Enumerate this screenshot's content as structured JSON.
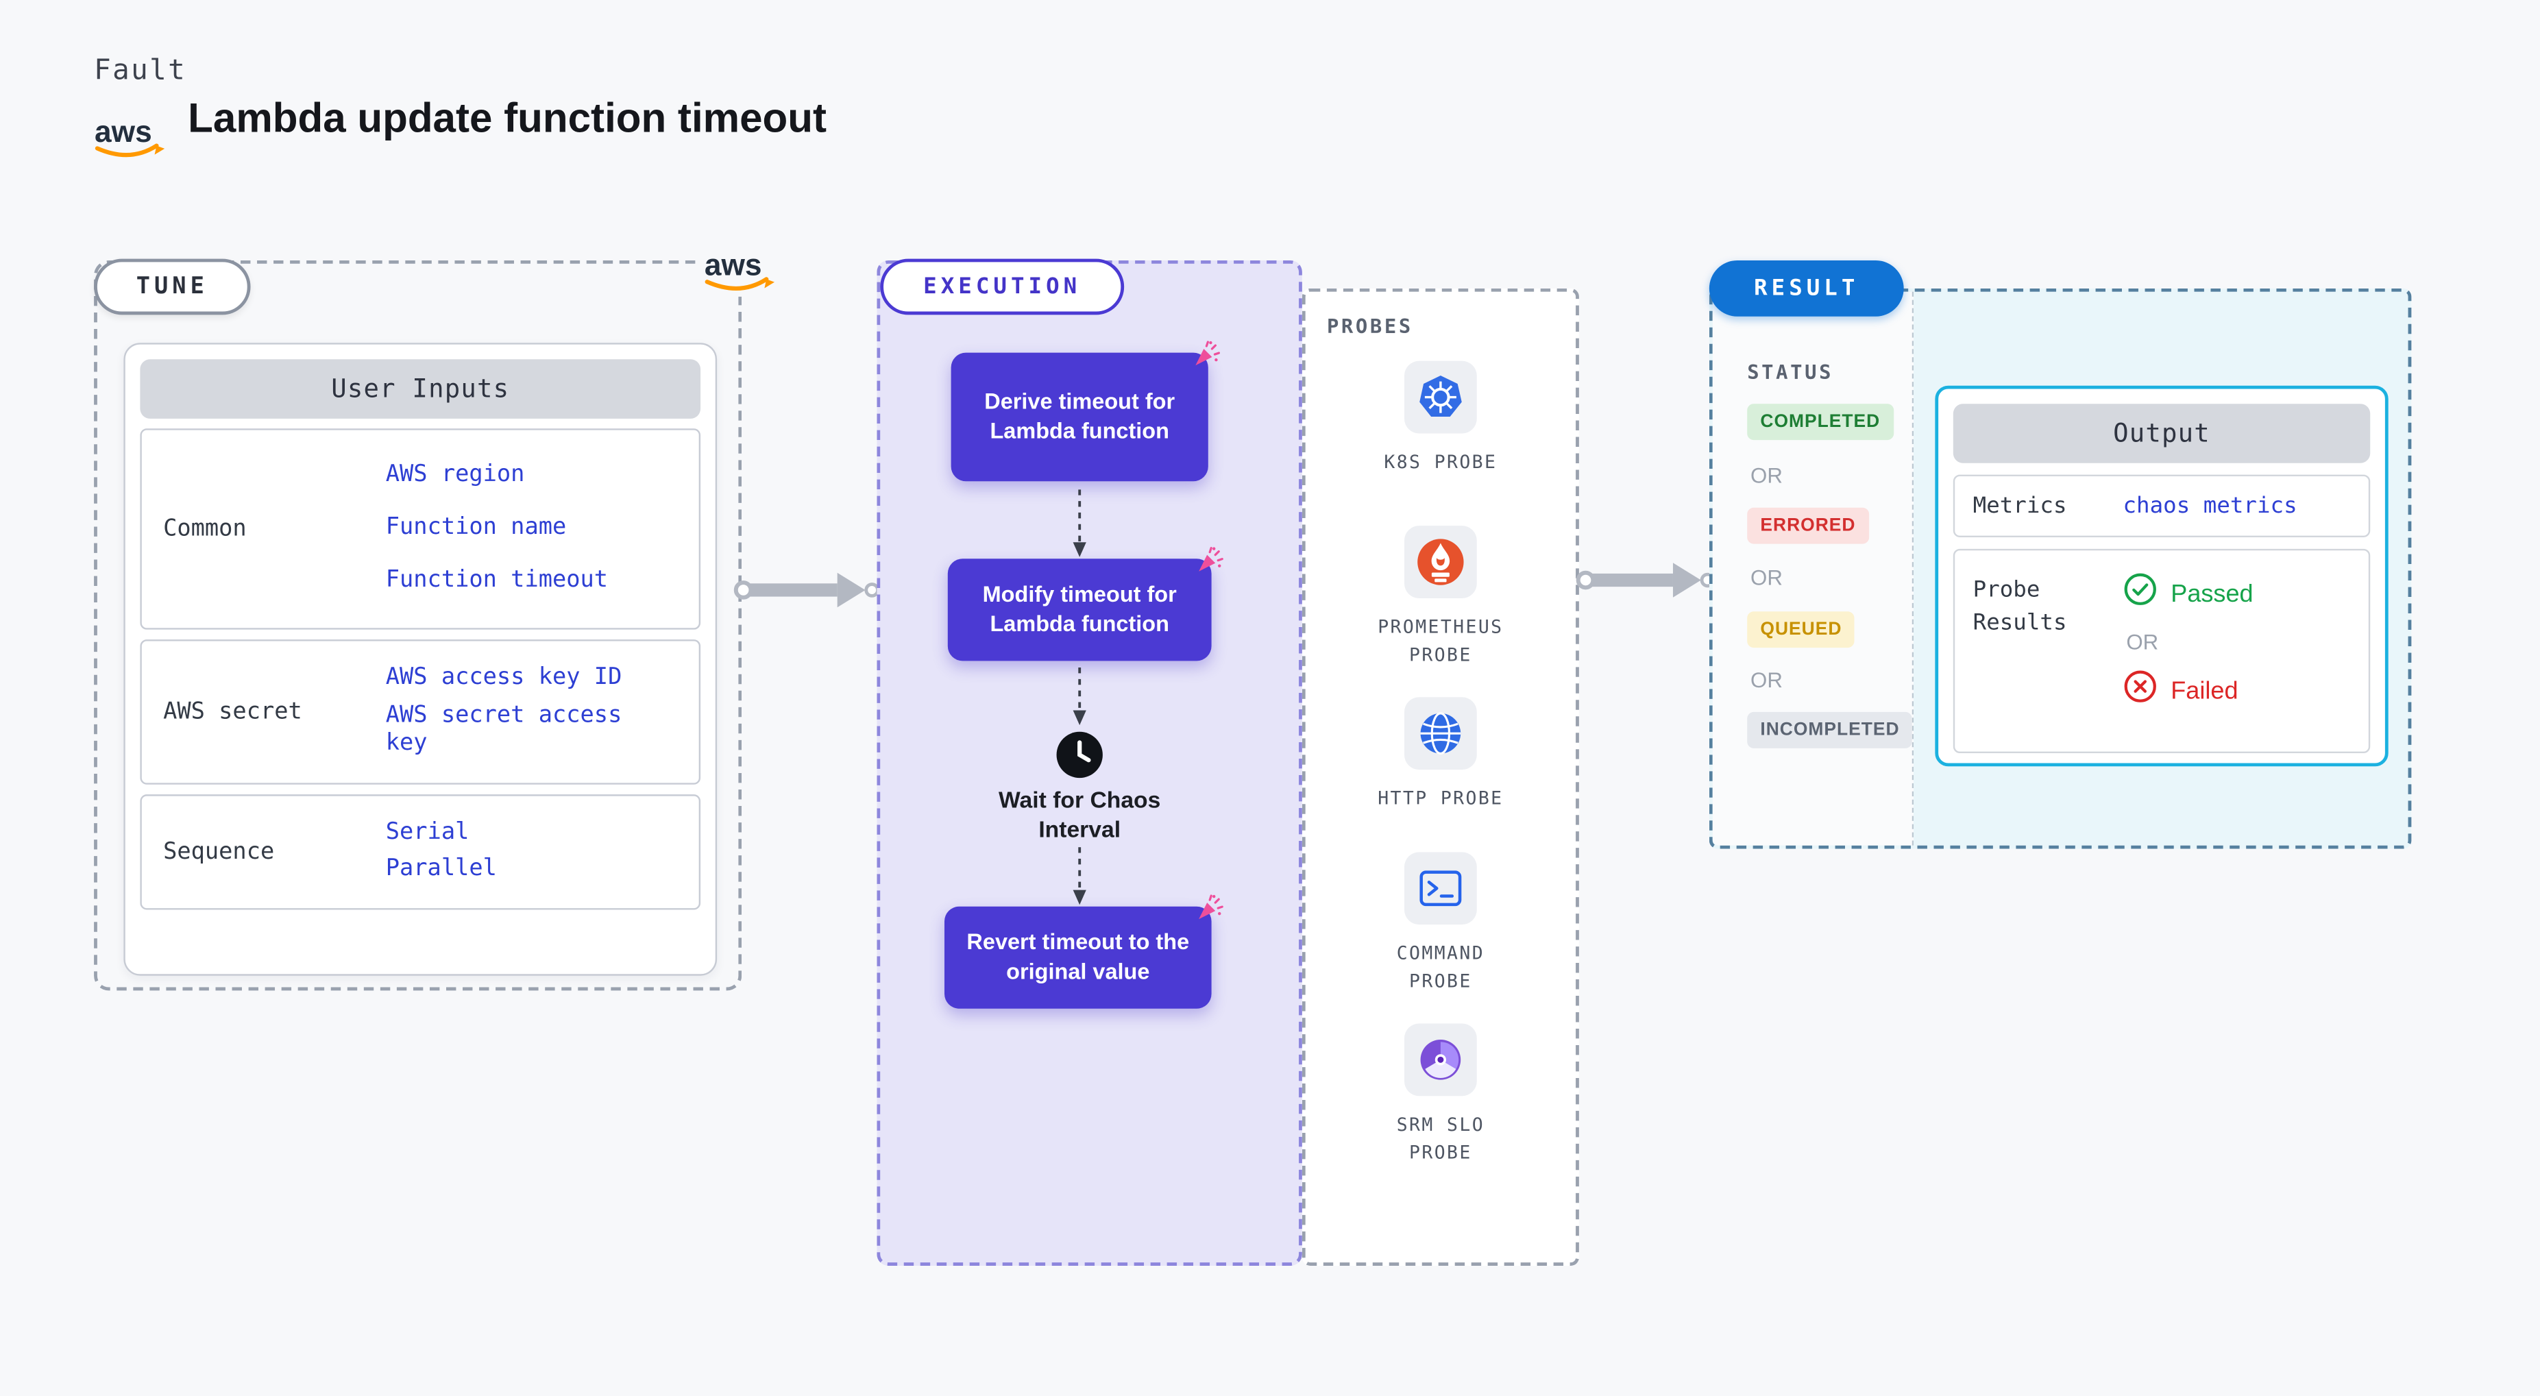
{
  "header": {
    "kicker": "Fault",
    "brand": "aws",
    "title": "Lambda update function timeout"
  },
  "tune": {
    "label": "TUNE",
    "table_title": "User Inputs",
    "rows": [
      {
        "label": "Common",
        "values": [
          "AWS region",
          "Function name",
          "Function timeout"
        ]
      },
      {
        "label": "AWS secret",
        "values": [
          "AWS access key ID",
          "AWS secret access key"
        ]
      },
      {
        "label": "Sequence",
        "values": [
          "Serial",
          "Parallel"
        ]
      }
    ]
  },
  "execution": {
    "label": "EXECUTION",
    "steps": {
      "derive": "Derive timeout for Lambda function",
      "modify": "Modify timeout for Lambda function",
      "wait": "Wait for Chaos Interval",
      "revert": "Revert timeout to the original value"
    }
  },
  "probes": {
    "label": "PROBES",
    "items": [
      {
        "name": "K8S PROBE",
        "icon": "kubernetes-icon"
      },
      {
        "name": "PROMETHEUS PROBE",
        "icon": "prometheus-icon"
      },
      {
        "name": "HTTP PROBE",
        "icon": "globe-icon"
      },
      {
        "name": "COMMAND PROBE",
        "icon": "terminal-icon"
      },
      {
        "name": "SRM SLO PROBE",
        "icon": "srm-slo-icon"
      }
    ]
  },
  "result": {
    "label": "RESULT",
    "status_heading": "STATUS",
    "or": "OR",
    "statuses": [
      {
        "text": "COMPLETED",
        "color": "#1e7e34",
        "bg": "#d8efda"
      },
      {
        "text": "ERRORED",
        "color": "#d32f2f",
        "bg": "#fbe1e0"
      },
      {
        "text": "QUEUED",
        "color": "#c79100",
        "bg": "#fcf2cf"
      },
      {
        "text": "INCOMPLETED",
        "color": "#5b6472",
        "bg": "#e5e8ed"
      }
    ],
    "output": {
      "title": "Output",
      "metrics_label": "Metrics",
      "metrics_value": "chaos metrics",
      "probe_results_label": "Probe Results",
      "passed": "Passed",
      "failed": "Failed"
    }
  },
  "colors": {
    "page_bg": "#f7f8fa",
    "accent_purple": "#4b3ad3",
    "execution_bg": "#e6e4f9",
    "result_blue": "#1173d4",
    "output_border": "#1bb1e0",
    "value_blue": "#2d3fd3",
    "aws_orange": "#ff9900",
    "passed_green": "#16a34a",
    "failed_red": "#dc2626"
  }
}
